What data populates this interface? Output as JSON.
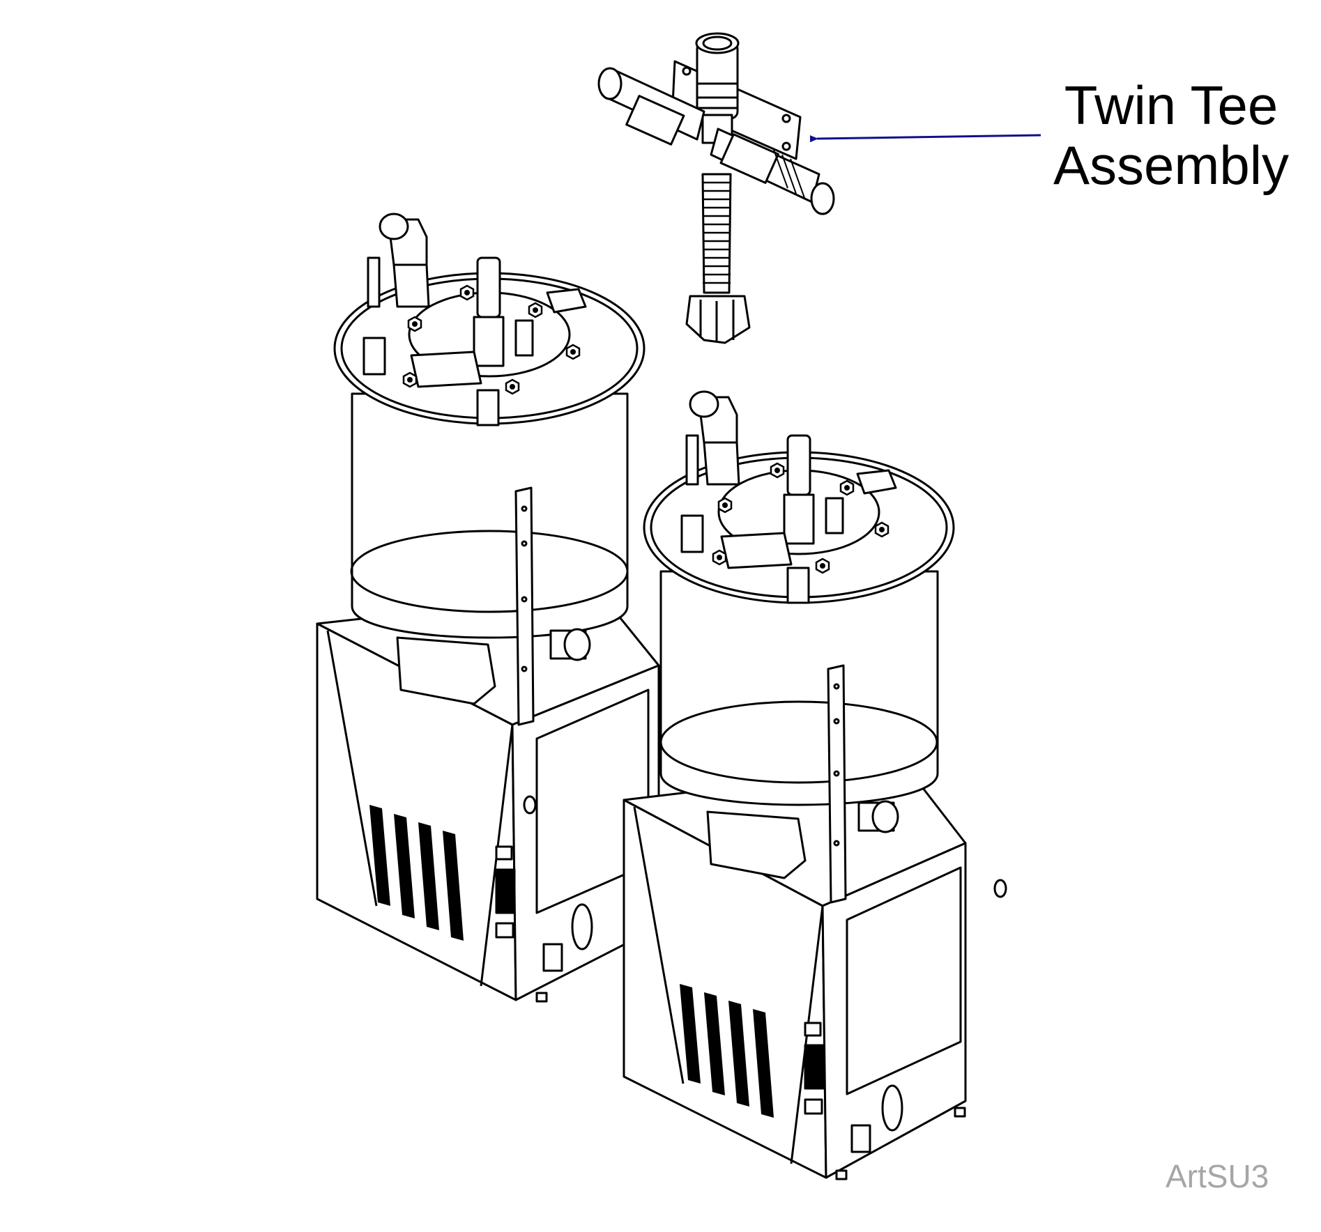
{
  "callout": {
    "line1": "Twin Tee",
    "line2": "Assembly",
    "arrow_color": "#0f0f8c"
  },
  "art_id": "ArtSU3",
  "colors": {
    "line": "#000000",
    "fill": "#ffffff",
    "art_id": "#a6a6a6"
  }
}
